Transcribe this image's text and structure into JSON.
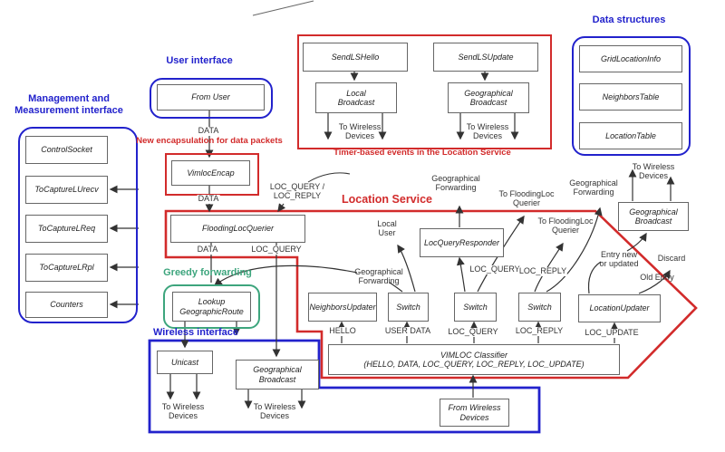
{
  "diagram_title": "VIMLOC Location Service architecture diagram",
  "colors": {
    "blue_accent": "#2222cc",
    "red_accent": "#d22b2b",
    "green_accent": "#3da57d",
    "box_border": "#666666",
    "connector": "#333333"
  },
  "titles": {
    "management": "Management and\nMeasurement interface",
    "user": "User interface",
    "data_structures": "Data structures",
    "location_service": "Location Service",
    "timer_caption": "Timer-based events in the Location Service",
    "encap_caption": "New encapsulation for data packets",
    "greedy": "Greedy forwarding",
    "wireless": "Wireless interface"
  },
  "modules": {
    "control_socket": "ControlSocket",
    "to_capture_lurecv": "ToCaptureLUrecv",
    "to_capture_lreq": "ToCaptureLReq",
    "to_capture_lrpl": "ToCaptureLRpl",
    "counters": "Counters",
    "from_user": "From User",
    "vimloc_encap": "VimlocEncap",
    "flooding_loc_querier": "FloodingLocQuerier",
    "send_ls_hello": "SendLSHello",
    "send_ls_update": "SendLSUpdate",
    "local_broadcast": "Local\nBroadcast",
    "geographical_broadcast": "Geographical\nBroadcast",
    "grid_location_info": "GridLocationInfo",
    "neighbors_table": "NeighborsTable",
    "location_table": "LocationTable",
    "loc_query_responder": "LocQueryResponder",
    "neighbors_updater": "NeighborsUpdater",
    "switch": "Switch",
    "location_updater": "LocationUpdater",
    "lookup_geographic_route": "Lookup\nGeographicRoute",
    "unicast": "Unicast",
    "vimloc_classifier": "VIMLOC Classifier\n(HELLO, DATA, LOC_QUERY, LOC_REPLY, LOC_UPDATE)",
    "from_wireless": "From Wireless\nDevices"
  },
  "labels": {
    "data": "DATA",
    "loc_query_reply": "LOC_QUERY /\nLOC_REPLY",
    "loc_query": "LOC_QUERY",
    "loc_reply": "LOC_REPLY",
    "loc_update": "LOC_UPDATE",
    "hello": "HELLO",
    "user_data": "USER DATA",
    "local_user": "Local\nUser",
    "geographical_forwarding": "Geographical\nForwarding",
    "to_floodingloc_querier": "To FloodingLoc\nQuerier",
    "to_wireless_devices": "To Wireless\nDevices",
    "entry_new_or_updated": "Entry new\nor updated",
    "discard": "Discard",
    "old_entry": "Old Entry"
  }
}
